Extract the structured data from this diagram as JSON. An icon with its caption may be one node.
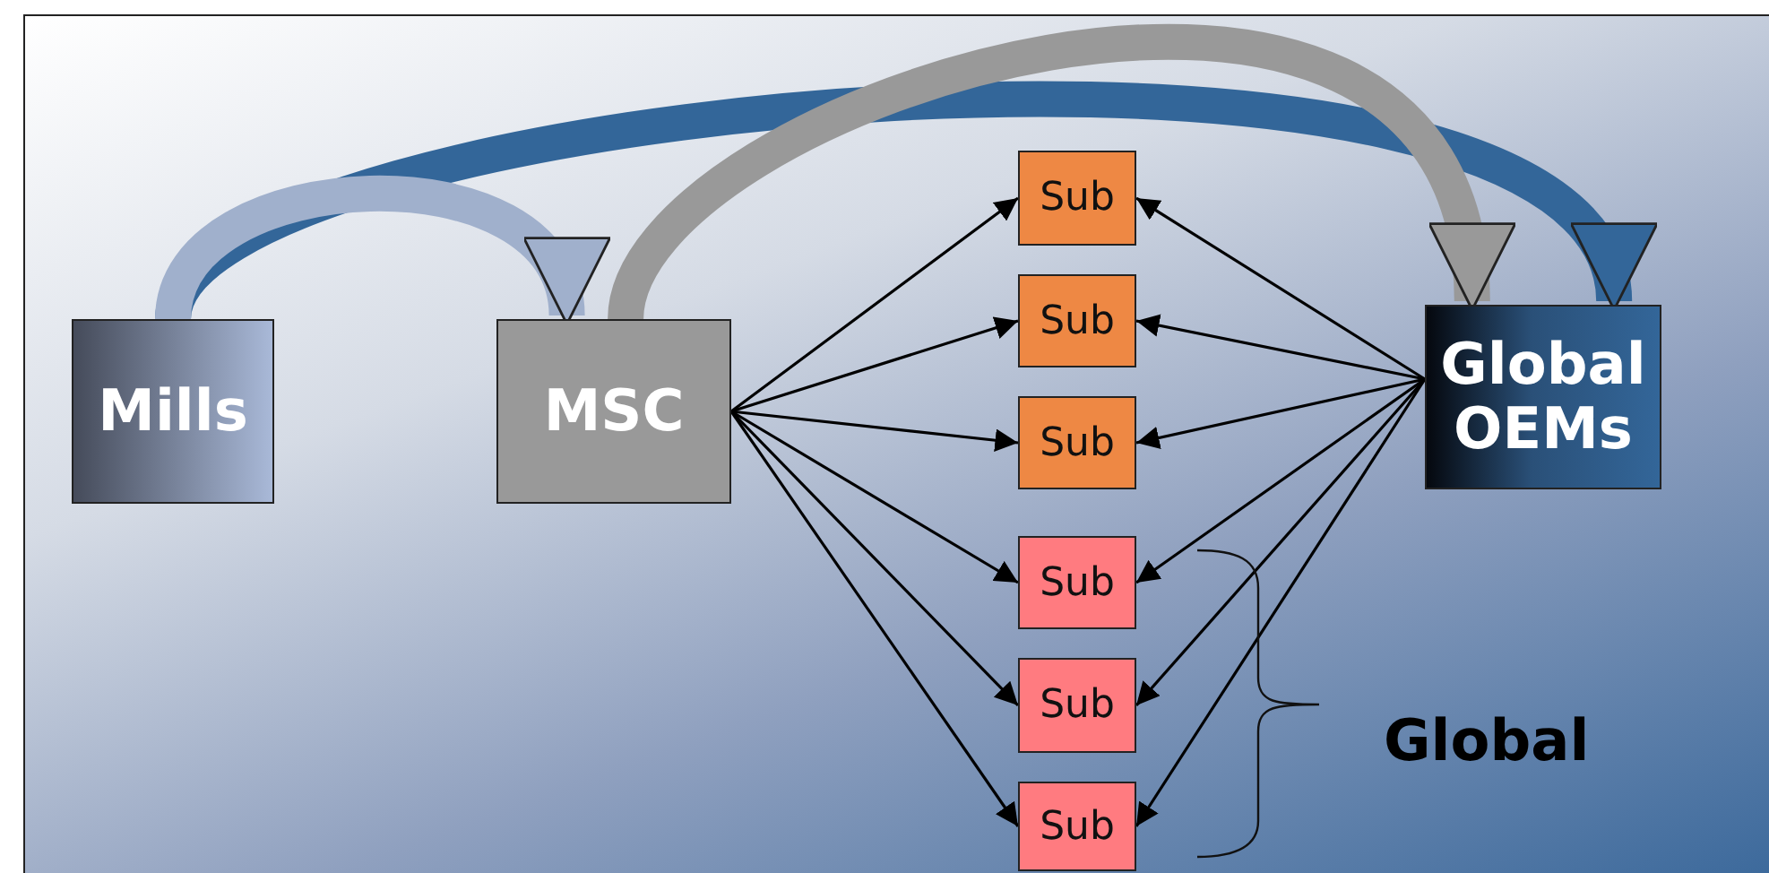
{
  "diagram": {
    "nodes": [
      {
        "text": [
          "Mills"
        ]
      },
      {
        "text": [
          "MSC"
        ]
      },
      {
        "text": [
          "Sub"
        ]
      },
      {
        "text": [
          "Sub"
        ]
      },
      {
        "text": [
          "Sub"
        ]
      },
      {
        "text": [
          "Sub"
        ]
      },
      {
        "text": [
          "Sub"
        ]
      },
      {
        "text": [
          "Sub"
        ]
      },
      {
        "text": [
          "Global OEMs"
        ]
      }
    ],
    "edges": [
      {
        "from": 0,
        "to": 8,
        "arrow": "to",
        "style": "thick",
        "color": "#336699"
      },
      {
        "from": 1,
        "to": 8,
        "arrow": "to",
        "style": "thick",
        "color": "#999999"
      },
      {
        "from": 0,
        "to": 1,
        "arrow": "to",
        "style": "thick",
        "color": "#a0b0cc"
      },
      {
        "from": 1,
        "to": 2,
        "arrow": "to"
      },
      {
        "from": 1,
        "to": 3,
        "arrow": "to"
      },
      {
        "from": 1,
        "to": 4,
        "arrow": "to"
      },
      {
        "from": 1,
        "to": 5,
        "arrow": "to"
      },
      {
        "from": 1,
        "to": 6,
        "arrow": "to"
      },
      {
        "from": 1,
        "to": 7,
        "arrow": "to"
      },
      {
        "from": 8,
        "to": 2,
        "arrow": "to"
      },
      {
        "from": 8,
        "to": 3,
        "arrow": "to"
      },
      {
        "from": 8,
        "to": 4,
        "arrow": "to"
      },
      {
        "from": 8,
        "to": 5,
        "arrow": "to"
      },
      {
        "from": 8,
        "to": 6,
        "arrow": "to"
      },
      {
        "from": 8,
        "to": 7,
        "arrow": "to"
      }
    ],
    "labels": [
      "Global"
    ]
  }
}
